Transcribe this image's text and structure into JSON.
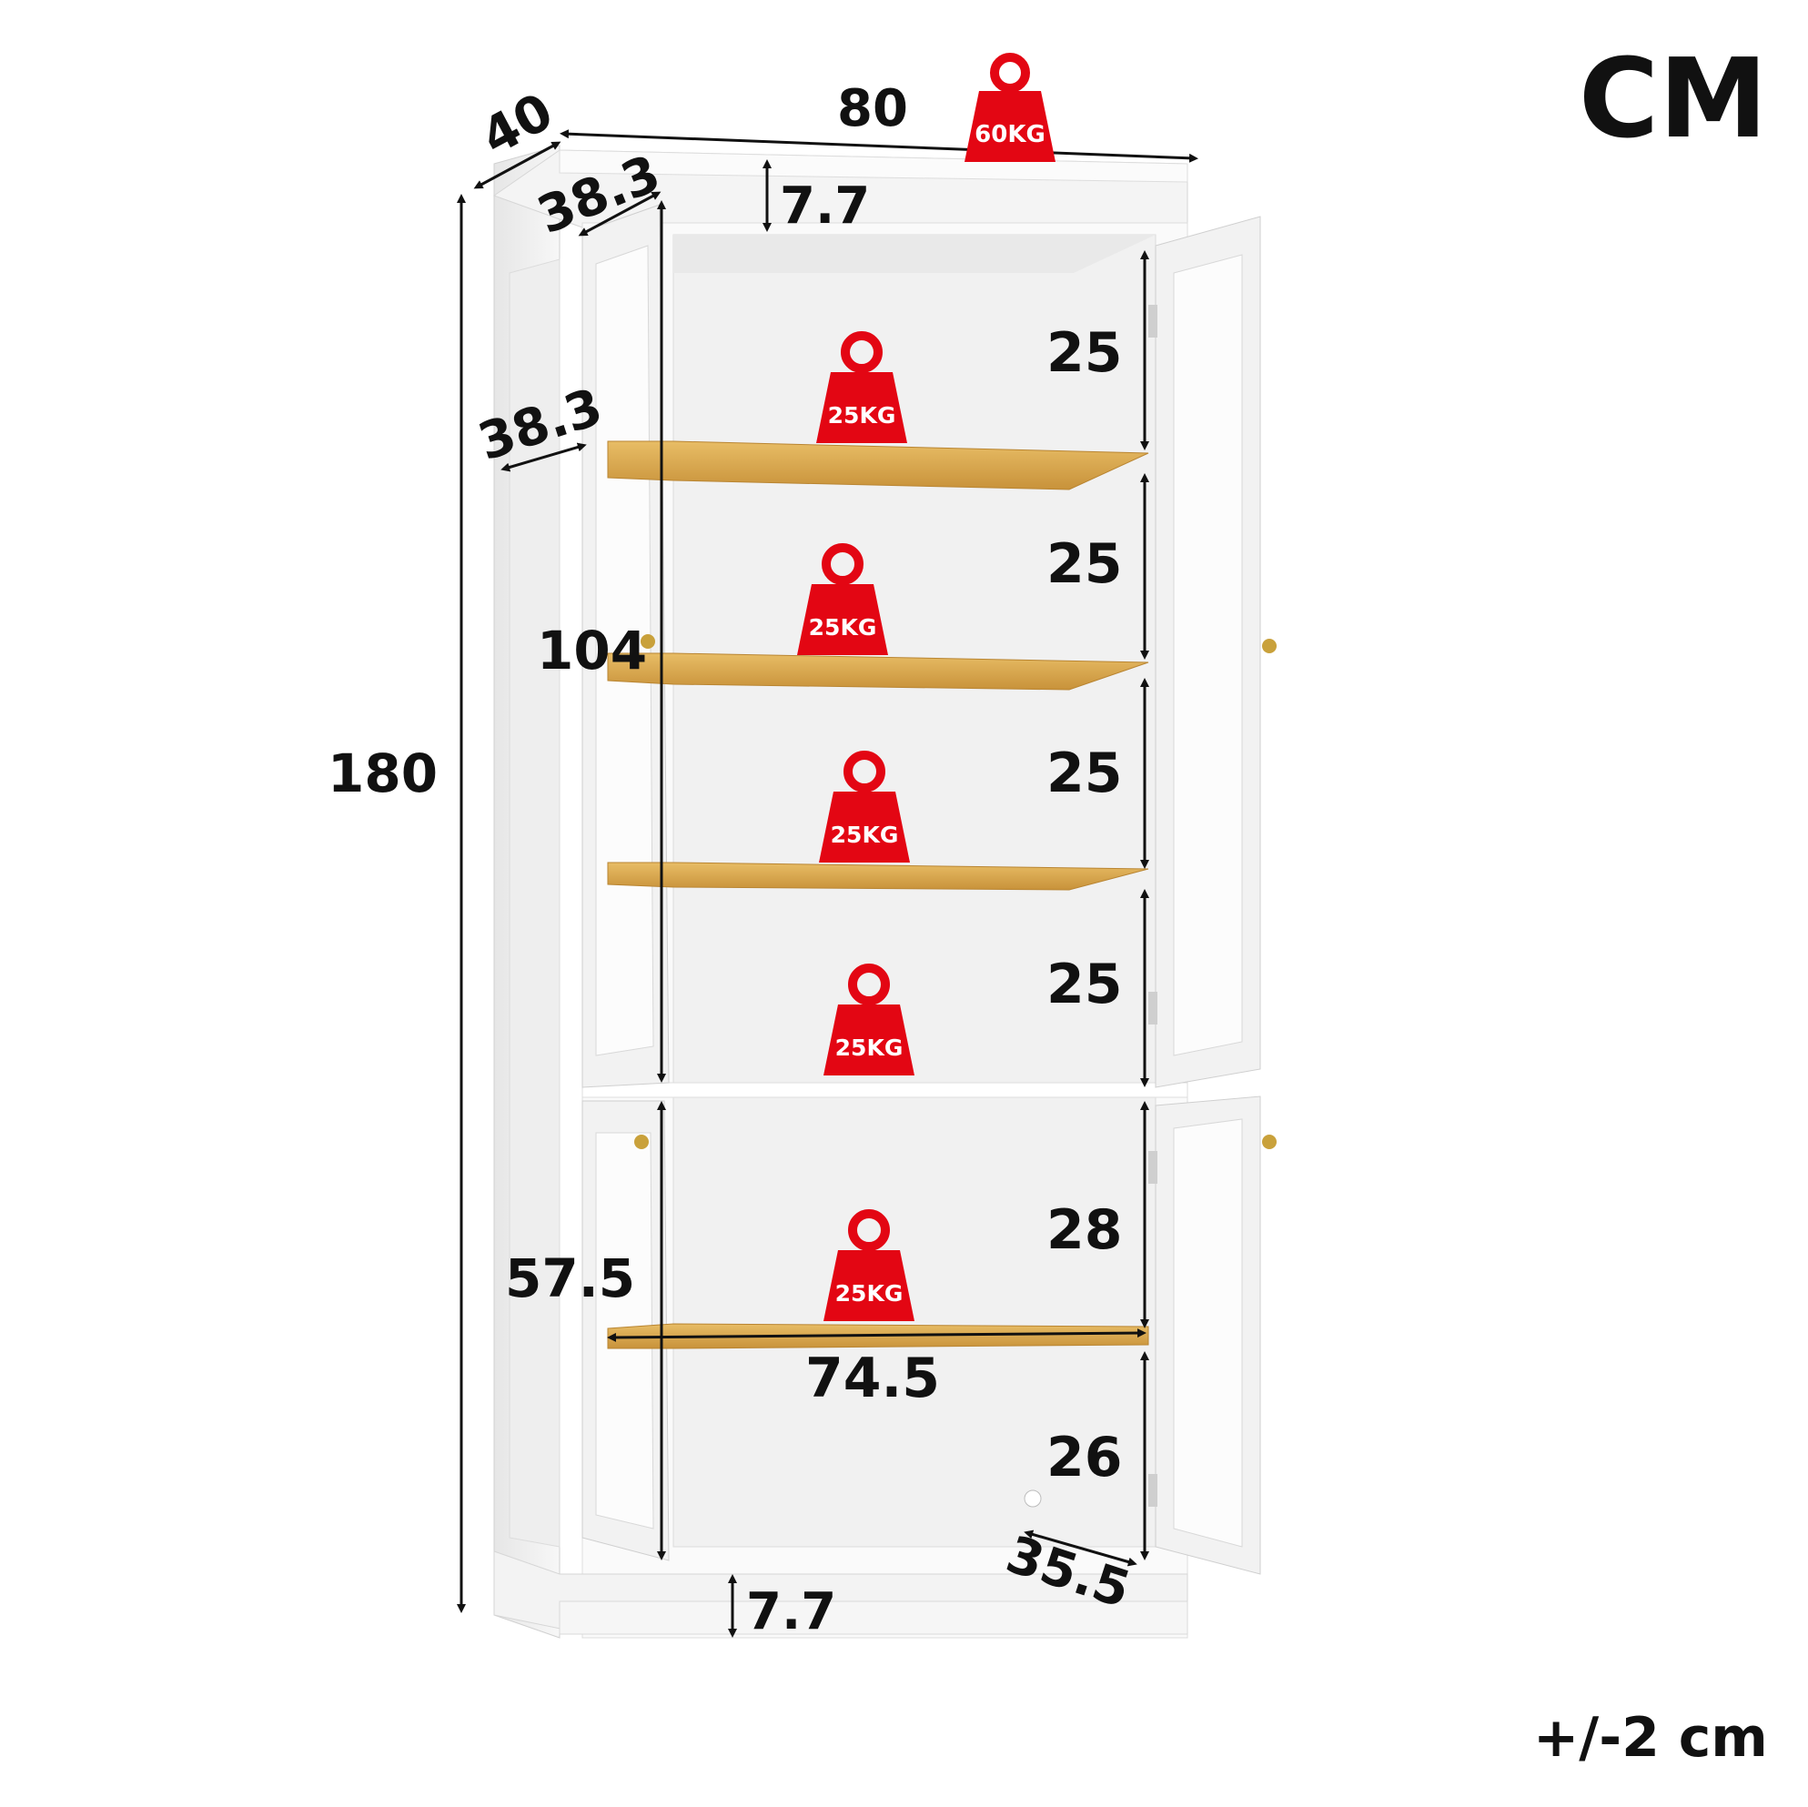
{
  "unit_label": "CM",
  "tolerance_label": "+/-2 cm",
  "top_load": "60KG",
  "shelf_load": "25KG",
  "dimensions": {
    "width": "80",
    "depth": "40",
    "inner_depth_top": "38.3",
    "inner_depth_shelf": "38.3",
    "height": "180",
    "upper_inner_height": "104",
    "lower_inner_height": "57.5",
    "top_gap": "7.7",
    "bottom_gap": "7.7",
    "shelf_width": "74.5",
    "shelf_spacing_1": "25",
    "shelf_spacing_2": "25",
    "shelf_spacing_3": "25",
    "shelf_spacing_4": "25",
    "lower_spacing_top": "28",
    "lower_spacing_bottom": "26",
    "bottom_depth": "35.5"
  },
  "colors": {
    "weight_red": "#e30613",
    "wood": "#d9a94e",
    "cabinet": "#f5f5f5"
  }
}
